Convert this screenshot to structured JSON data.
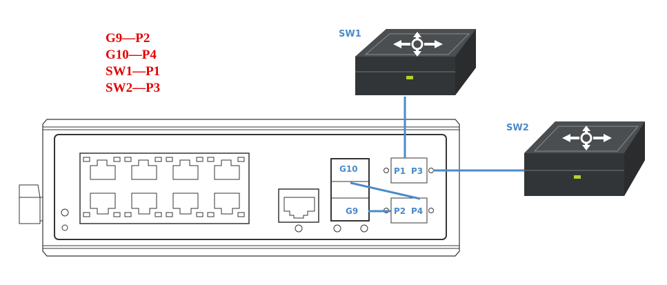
{
  "legend": {
    "items": [
      "G9—P2",
      "G10—P4",
      "SW1—P1",
      "SW2—P3"
    ],
    "color": "#e50000"
  },
  "switches": [
    {
      "label": "SW1",
      "icon": "network-switch-icon"
    },
    {
      "label": "SW2",
      "icon": "network-switch-icon"
    }
  ],
  "device": {
    "rj45_port_count": 8,
    "sfp_ports": [
      {
        "label": "G10"
      },
      {
        "label": "G9"
      }
    ],
    "fiber_ports": [
      {
        "label": "P1"
      },
      {
        "label": "P3"
      },
      {
        "label": "P2"
      },
      {
        "label": "P4"
      }
    ]
  },
  "link_color": "#4a8ac9"
}
